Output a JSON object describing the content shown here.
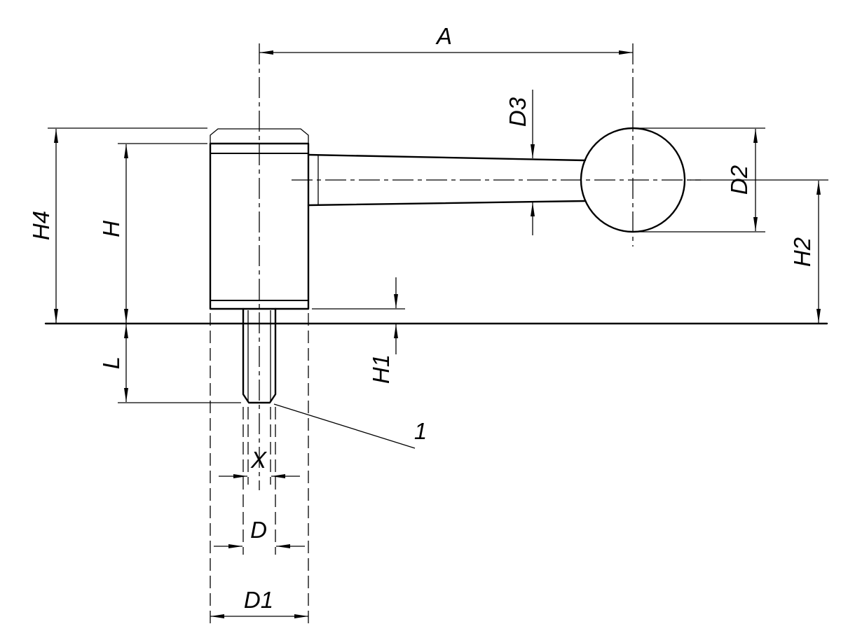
{
  "drawing": {
    "background_color": "#ffffff",
    "line_color": "#000000",
    "dimension_labels": {
      "a": "A",
      "d3": "D3",
      "d2": "D2",
      "h2": "H2",
      "h4": "H4",
      "h": "H",
      "l": "L",
      "h1": "H1",
      "x": "X",
      "d": "D",
      "d1": "D1"
    },
    "callouts": {
      "position_1": "1"
    }
  }
}
